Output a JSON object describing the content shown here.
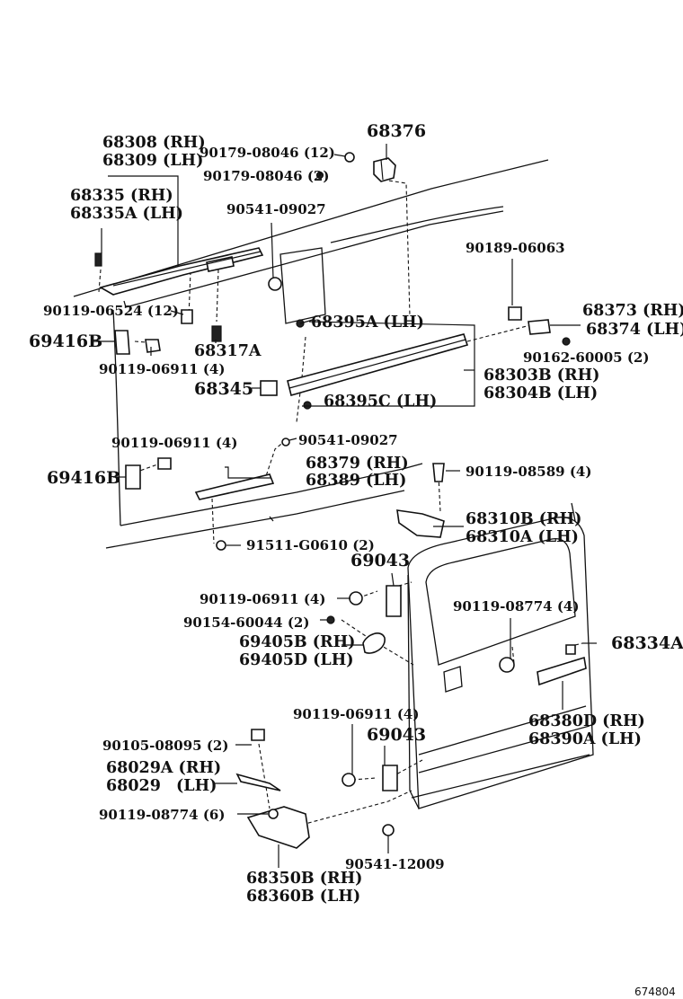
{
  "labels": {
    "p68308": "68308 (RH)",
    "p68309": "68309 (LH)",
    "p90179a": "90179-08046 (12)",
    "p90179b": "90179-08046 (2)",
    "p68376": "68376",
    "p68335": "68335 (RH)",
    "p68335a": "68335A (LH)",
    "p90541a": "90541-09027",
    "p90189": "90189-06063",
    "p90119_06524": "90119-06524 (12)",
    "p68395a": "68395A (LH)",
    "p68373": "68373 (RH)",
    "p68374": "68374 (LH)",
    "p69416b_top": "69416B",
    "p68317a": "68317A",
    "p90162": "90162-60005 (2)",
    "p90119_06911_a": "90119-06911 (4)",
    "p68303b": "68303B (RH)",
    "p68304b": "68304B (LH)",
    "p68345": "68345",
    "p68395c": "68395C (LH)",
    "p90541b": "90541-09027",
    "p90119_06911_b": "90119-06911 (4)",
    "p68379": "68379 (RH)",
    "p68389": "68389 (LH)",
    "p69416b_mid": "69416B",
    "p90119_08589": "90119-08589 (4)",
    "p68310b": "68310B (RH)",
    "p68310a": "68310A (LH)",
    "p91511": "91511-G0610 (2)",
    "p69043_top": "69043",
    "p90119_06911_c": "90119-06911 (4)",
    "p90119_08774_a": "90119-08774 (4)",
    "p90154": "90154-60044 (2)",
    "p69405b": "69405B (RH)",
    "p69405d": "69405D (LH)",
    "p68334a": "68334A",
    "p90119_06911_d": "90119-06911 (4)",
    "p68380d": "68380D (RH)",
    "p68390a": "68390A (LH)",
    "p90105": "90105-08095 (2)",
    "p69043_bot": "69043",
    "p68029a": "68029A (RH)",
    "p68029": "68029",
    "p68029_lh": "(LH)",
    "p90119_08774_b": "90119-08774 (6)",
    "p90541c": "90541-12009",
    "p68350b": "68350B (RH)",
    "p68360b": "68360B (LH)"
  },
  "reference_number": "674804"
}
